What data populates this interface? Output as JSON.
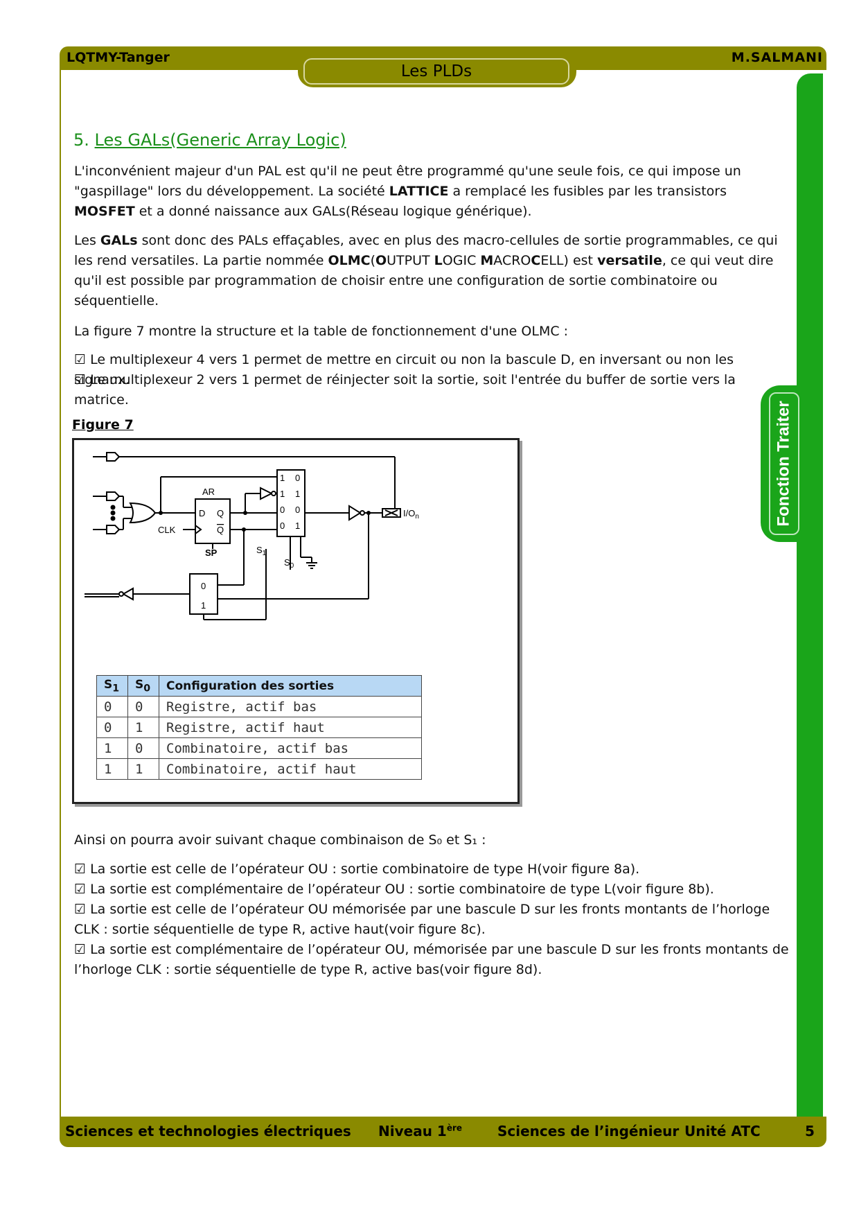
{
  "header": {
    "left": "LQTMY-Tanger",
    "title": "Les PLDs",
    "right": "M.SALMANI"
  },
  "side_tab": {
    "label": "Fonction Traiter"
  },
  "section": {
    "number": "5.",
    "title": "Les GALs(Generic Array Logic)"
  },
  "paragraphs": {
    "p1": "L'inconvénient majeur d'un PAL est qu'il ne peut être programmé qu'une seule fois, ce qui impose un \"gaspillage\" lors du développement. La société LATTICE a remplacé les fusibles par les transistors MOSFET et a donné naissance aux GALs(Réseau logique générique).",
    "p2": "Les GALs sont donc des PALs effaçables, avec en plus des macro-cellules de sortie programmables, ce qui les rend versatiles. La partie nommée OLMC(OUTPUT LOGIC MACROCELL) est versatile, ce qui veut dire qu'il est possible par programmation de choisir entre une configuration de sortie combinatoire ou séquentielle.",
    "p3": "La figure 7 montre la structure et la table de fonctionnement d'une OLMC :",
    "b1": "☑ Le multiplexeur 4 vers 1 permet de mettre en circuit ou non la bascule D, en inversant ou non les signaux.",
    "b2": "☑ Le multiplexeur 2 vers 1 permet de réinjecter soit la sortie, soit l'entrée du buffer de sortie vers la matrice.",
    "p4": "Ainsi on pourra avoir suivant chaque combinaison de S₀ et S₁ :",
    "c1": "☑ La sortie est celle de l’opérateur OU : sortie combinatoire de type H(voir figure 8a).",
    "c2": "☑ La sortie est complémentaire de l’opérateur OU : sortie combinatoire de type L(voir figure 8b).",
    "c3": "☑ La sortie est celle de l’opérateur OU mémorisée par une bascule D sur les fronts montants de l’horloge CLK : sortie séquentielle de type R, active haut(voir figure 8c).",
    "c4": "☑ La sortie est complémentaire de l’opérateur OU, mémorisée par une bascule D sur les fronts montants de l’horloge CLK : sortie séquentielle de type R, active bas(voir figure 8d)."
  },
  "figure": {
    "caption": "Figure 7",
    "labels": {
      "ar": "AR",
      "d": "D",
      "q": "Q",
      "qbar": "Q",
      "clk": "CLK",
      "sp": "SP",
      "s1": "S",
      "s1_sub": "1",
      "s0": "S",
      "s0_sub": "0",
      "io": "I/O",
      "io_sub": "n",
      "mux4_l": [
        "1",
        "1",
        "0",
        "0"
      ],
      "mux4_r": [
        "0",
        "1",
        "0",
        "1"
      ],
      "mux2": [
        "0",
        "1"
      ]
    },
    "table": {
      "headers": [
        "S1",
        "S0",
        "Configuration des sorties"
      ],
      "header_sub": [
        "1",
        "0"
      ],
      "rows": [
        [
          "0",
          "0",
          "Registre, actif bas"
        ],
        [
          "0",
          "1",
          "Registre, actif haut"
        ],
        [
          "1",
          "0",
          "Combinatoire, actif bas"
        ],
        [
          "1",
          "1",
          "Combinatoire, actif haut"
        ]
      ]
    }
  },
  "footer": {
    "left": "Sciences et technologies électriques",
    "level": "Niveau 1",
    "level_sup": "ère",
    "center": "Sciences de l’ingénieur",
    "unit": "Unité ATC",
    "page": "5"
  },
  "colors": {
    "olive": "#8a8a00",
    "green": "#1aa51a",
    "title_green": "#1a8f1a",
    "table_header": "#b8d8f4"
  }
}
